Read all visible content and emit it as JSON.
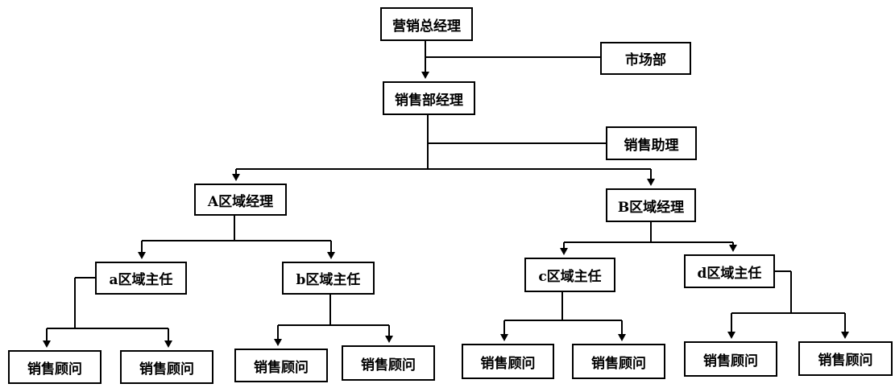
{
  "nodes": {
    "gm": "营销总经理",
    "market": "市场部",
    "sales_mgr": "销售部经理",
    "sales_asst": "销售助理",
    "region_a": "A区域经理",
    "region_b": "B区域经理",
    "sup_a": "a区域主任",
    "sup_b": "b区域主任",
    "sup_c": "c区域主任",
    "sup_d": "d区域主任",
    "consultant_1": "销售顾问",
    "consultant_2": "销售顾问",
    "consultant_3": "销售顾问",
    "consultant_4": "销售顾问",
    "consultant_5": "销售顾问",
    "consultant_6": "销售顾问",
    "consultant_7": "销售顾问",
    "consultant_8": "销售顾问"
  },
  "colors": {
    "line": "#000000",
    "box_border": "#000000",
    "background": "#ffffff"
  }
}
